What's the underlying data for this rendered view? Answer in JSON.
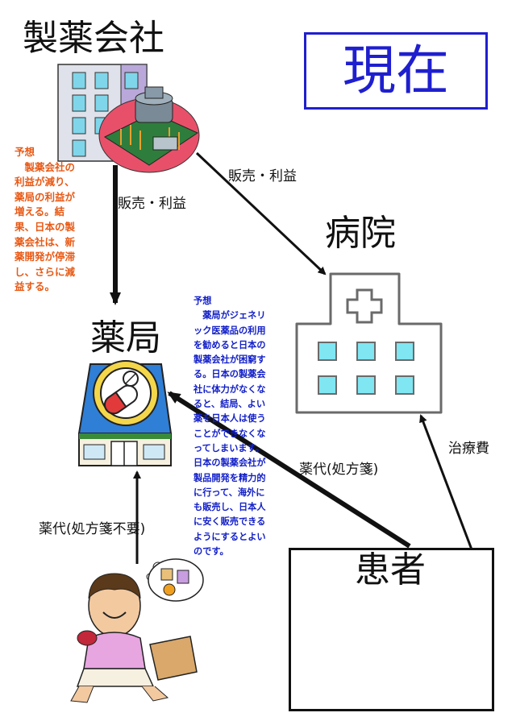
{
  "title_current": "現在",
  "nodes": {
    "pharma_company": "製薬会社",
    "hospital": "病院",
    "pharmacy": "薬局",
    "patient": "患者"
  },
  "edges": {
    "company_to_pharmacy": "販売・利益",
    "company_to_hospital": "販売・利益",
    "patient_to_hospital": "治療費",
    "patient_to_pharmacy": "薬代(処方箋)",
    "customer_to_pharmacy": "薬代(処方箋不要)"
  },
  "notes": {
    "red": {
      "lines": [
        "予想",
        "　製薬会社の",
        "利益が減り、",
        "薬局の利益が",
        "増える。結",
        "果、日本の製",
        "薬会社は、新",
        "薬開発が停滞",
        "し、さらに減",
        "益する。"
      ]
    },
    "blue": {
      "lines": [
        "予想",
        "　薬局がジェネリ",
        "ック医薬品の利用",
        "を勧めると日本の",
        "製薬会社が困窮す",
        "る。日本の製薬会",
        "社に体力がなくな",
        "ると、結局、よい",
        "薬を日本人は使う",
        "ことができなくな",
        "ってしまいます。",
        "日本の製薬会社が",
        "製品開発を精力的",
        "に行って、海外に",
        "も販売し、日本人",
        "に安く販売できる",
        "ようにするとよい",
        "のです。"
      ]
    }
  },
  "icons": [
    "office-building-icon",
    "factory-icon",
    "hospital-building-icon",
    "pharmacy-store-icon",
    "pill-capsule-icon",
    "shopper-person-icon",
    "sick-patient-icon"
  ],
  "colors": {
    "title_blue": "#1f1fcf",
    "note_red": "#e85a16",
    "note_blue": "#1320c8",
    "window_cyan": "#7fe6f2",
    "store_blue": "#2f7fd6",
    "store_yellow": "#f4d64a"
  }
}
